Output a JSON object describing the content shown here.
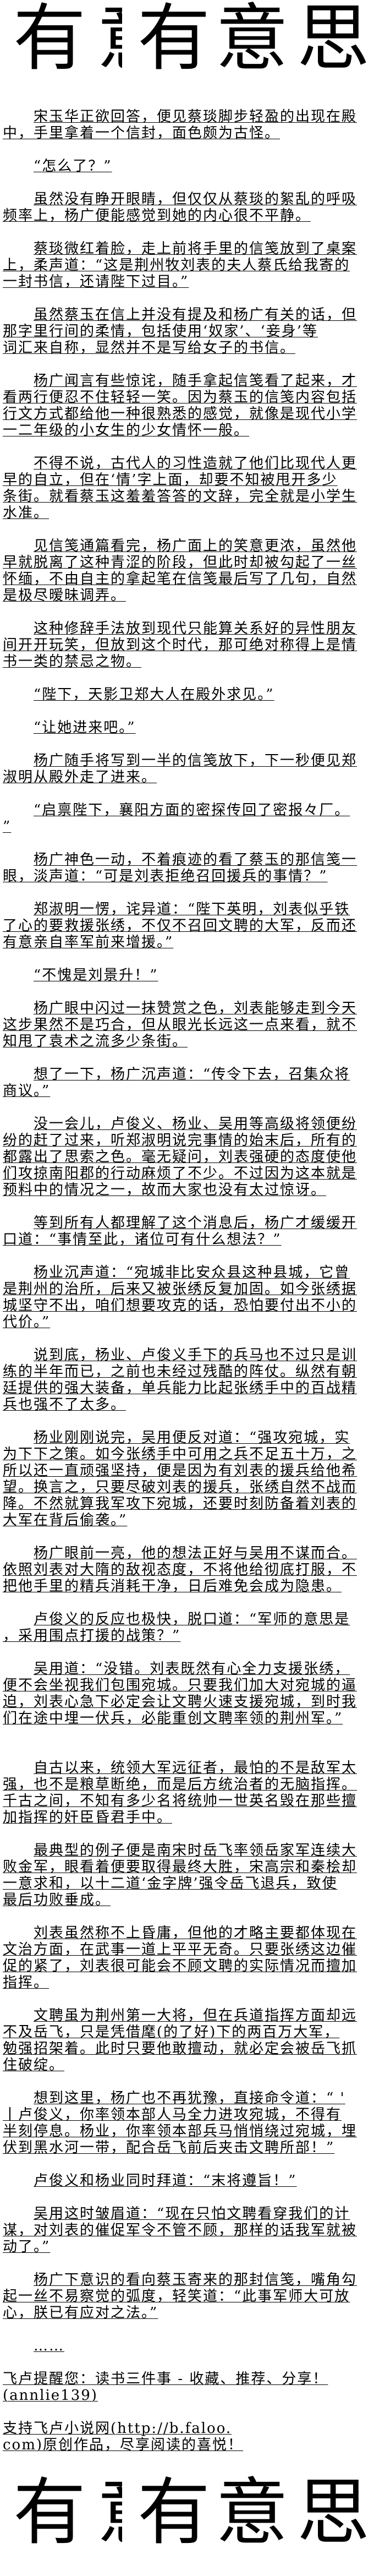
{
  "banner": {
    "chars": [
      "有",
      "意",
      "有",
      "意",
      "思"
    ]
  },
  "paragraphs": [
    {
      "lines": [
        "宋玉华正欲回答，便见蔡琰脚步轻盈的出现在殿",
        "中，手里拿着一个信封，面色颇为古怪。"
      ]
    },
    {
      "lines": [
        "“怎么了？”"
      ]
    },
    {
      "lines": [
        "虽然没有睁开眼睛，但仅仅从蔡琰的絮乱的呼吸",
        "频率上，杨广便能感觉到她的内心很不平静。"
      ]
    },
    {
      "lines": [
        "蔡琰微红着脸，走上前将手里的信笺放到了桌案",
        "上，柔声道：“这是荆州牧刘表的夫人蔡氏给我寄的",
        "一封书信，还请陛下过目。”"
      ]
    },
    {
      "lines": [
        "虽然蔡玉在信上并没有提及和杨广有关的话，但",
        "那字里行间的柔情，包括使用‘奴家’、‘妾身’等",
        "词汇来自称，显然并不是写给女子的书信。"
      ]
    },
    {
      "lines": [
        "杨广闻言有些惊诧，随手拿起信笺看了起来，才",
        "看两行便忍不住轻轻一笑。因为蔡玉的信笺内容包括",
        "行文方式都给他一种很熟悉的感觉，就像是现代小学",
        "一二年级的小女生的少女情怀一般。"
      ]
    },
    {
      "lines": [
        "不得不说，古代人的习性造就了他们比现代人更",
        "早的自立，但在‘情’字上面，却要不知被甩开多少",
        "条街。就看蔡玉这羞羞答答的文辞，完全就是小学生",
        "水准。"
      ]
    },
    {
      "lines": [
        "见信笺通篇看完，杨广面上的笑意更浓，虽然他",
        "早就脱离了这种青涩的阶段，但此时却被勾起了一丝",
        "怀缅，不由自主的拿起笔在信笺最后写了几句，自然",
        "是极尽暧昧调弄。"
      ]
    },
    {
      "lines": [
        "这种修辞手法放到现代只能算关系好的异性朋友",
        "间开开玩笑，但放到这个时代，那可绝对称得上是情",
        "书一类的禁忌之物。"
      ]
    },
    {
      "lines": [
        "“陛下，天影卫郑大人在殿外求见。”"
      ]
    },
    {
      "lines": [
        "“让她进来吧。”"
      ]
    },
    {
      "lines": [
        "杨广随手将写到一半的信笺放下，下一秒便见郑",
        "淑明从殿外走了进来。"
      ]
    },
    {
      "lines": [
        "“启禀陛下，襄阳方面的密探传回了密报々厂。",
        "”"
      ]
    },
    {
      "lines": [
        "杨广神色一动，不着痕迹的看了蔡玉的那信笺一",
        "眼，淡声道：“可是刘表拒绝召回援兵的事情？”"
      ]
    },
    {
      "lines": [
        "郑淑明一愣，诧异道：“陛下英明，刘表似乎铁",
        "了心的要救援张绣，不仅不召回文聘的大军，反而还",
        "有意亲自率军前来增援。”"
      ]
    },
    {
      "lines": [
        "“不愧是刘景升！”"
      ]
    },
    {
      "lines": [
        "杨广眼中闪过一抹赞赏之色，刘表能够走到今天",
        "这步果然不是巧合，但从眼光长远这一点来看，就不",
        "知甩了袁术之流多少条街。"
      ]
    },
    {
      "lines": [
        "想了一下，杨广沉声道：“传令下去，召集众将",
        "商议。”"
      ]
    },
    {
      "lines": [
        "没一会儿，卢俊义、杨业、吴用等高级将领便纷",
        "纷的赶了过来，听郑淑明说完事情的始末后，所有的",
        "都露出了思索之色。毫无疑问，刘表强硬的态度使他",
        "们攻掠南阳郡的行动麻烦了不少。不过因为这本就是",
        "预料中的情况之一，故而大家也没有太过惊讶。"
      ]
    },
    {
      "lines": [
        "等到所有人都理解了这个消息后，杨广才缓缓开",
        "口道：“事情至此，诸位可有什么想法？”"
      ]
    },
    {
      "lines": [
        "杨业沉声道：“宛城非比安众县这种县城，它曾",
        "是荆州的治所，后来又被张绣反复加固。如今张绣据",
        "城坚守不出，咱们想要攻克的话，恐怕要付出不小的",
        "代价。”"
      ]
    },
    {
      "lines": [
        "说到底，杨业、卢俊义手下的兵马也不过只是训",
        "练的半年而已，之前也未经过残酷的阵仗。纵然有朝",
        "廷提供的强大装备，单兵能力比起张绣手中的百战精",
        "兵也强不了太多。"
      ]
    },
    {
      "lines": [
        "杨业刚刚说完，吴用便反对道：“强攻宛城，实",
        "为下下之策。如今张绣手中可用之兵不足五十万，之",
        "所以还一直顽强坚持，便是因为有刘表的援兵给他希",
        "望。换言之，只要尽破刘表的援兵，张绣自然不战而",
        "降。不然就算我军攻下宛城，还要时刻防备着刘表的",
        "大军在背后偷袭。”"
      ]
    },
    {
      "lines": [
        "杨广眼前一亮，他的想法正好与吴用不谋而合。",
        "依照刘表对大隋的敌视态度，不将他给彻底打服，不",
        "把他手里的精兵消耗干净，日后难免会成为隐患。"
      ]
    },
    {
      "lines": [
        "卢俊义的反应也极快，脱口道：“军师的意思是",
        "，采用围点打援的战策？”"
      ]
    },
    {
      "lines": [
        "吴用道：“没错。刘表既然有心全力支援张绣，",
        "便不会坐视我们包围宛城。只要我们加大对宛城的逼",
        "迫，刘表心急下必定会让文聘火速支援宛城，到时我",
        "们在途中埋一伏兵，必能重创文聘率领的荆州军。”"
      ]
    },
    {
      "lines": [
        "自古以来，统领大军远征者，最怕的不是敌军太",
        "强，也不是粮草断绝，而是后方统治者的无脑指挥。",
        "千古之间，不知有多少名将统帅一世英名毁在那些擅",
        "加指挥的奸臣昏君手中。"
      ]
    },
    {
      "lines": [
        "最典型的例子便是南宋时岳飞率领岳家军连续大",
        "败金军，眼看着便要取得最终大胜，宋高宗和秦桧却",
        "一意求和，以十二道‘金字牌’强令岳飞退兵，致使",
        "最后功败垂成。"
      ]
    },
    {
      "lines": [
        "刘表虽然称不上昏庸，但他的才略主要都体现在",
        "文治方面，在武事一道上平平无奇。只要张绣这边催",
        "促的紧了，刘表很可能会不顾文聘的实际情况而擅加",
        "指挥。"
      ]
    },
    {
      "lines": [
        "文聘虽为荆州第一大将，但在兵道指挥方面却远",
        "不及岳飞，只是凭借麾(的了好)下的两百万大军，",
        "勉强招架着。此时只要他敢擅动，就必定会被岳飞抓",
        "住破绽。"
      ]
    },
    {
      "lines": [
        "想到这里，杨广也不再犹豫，直接命令道：“ '",
        "丨卢俊义，你率领本部人马全力进攻宛城，不得有",
        "半刻停息。杨业，你率领本部兵马悄悄绕过宛城，埋",
        "伏到黑水河一带，配合岳飞前后夹击文聘所部！”"
      ]
    },
    {
      "lines": [
        "卢俊义和杨业同时拜道：“末将遵旨！”"
      ]
    },
    {
      "lines": [
        "吴用这时皱眉道：“现在只怕文聘看穿我们的计",
        "谋，对刘表的催促军令不管不顾，那样的话我军就被",
        "动了。”"
      ]
    },
    {
      "lines": [
        "杨广下意识的看向蔡玉寄来的那封信笺，嘴角勾",
        "起一丝不易察觉的弧度，轻笑道：“此事军师大可放",
        "心，朕已有应对之法。”"
      ]
    },
    {
      "lines": [
        "……"
      ]
    },
    {
      "lines": [
        "飞卢提醒您：读书三件事 - 收藏、推荐、分享！",
        "(annlie139)"
      ]
    },
    {
      "lines": [
        "支持飞卢小说网(http://b.faloo.",
        "com)原创作品，尽享阅读的喜悦！"
      ]
    }
  ]
}
